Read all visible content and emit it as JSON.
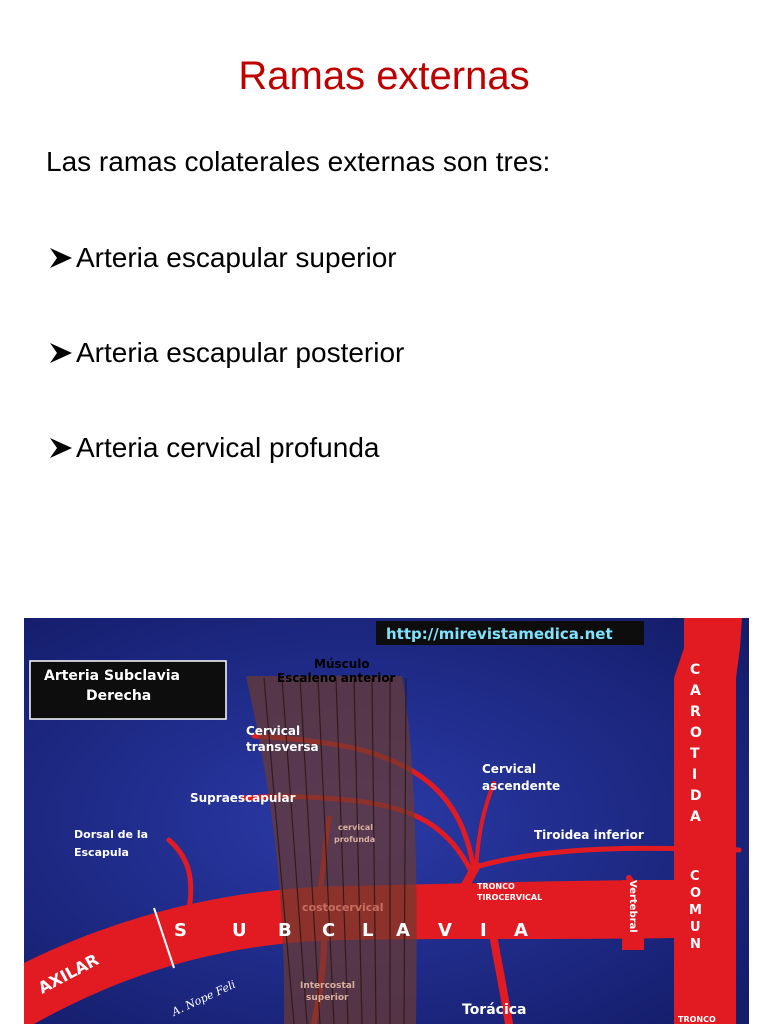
{
  "slide": {
    "title": "Ramas externas",
    "intro": "Las ramas colaterales externas son tres:",
    "bullets": [
      {
        "icon": "arrowhead-bullet-icon",
        "text": "Arteria escapular superior"
      },
      {
        "icon": "arrowhead-bullet-icon",
        "text": "Arteria escapular posterior"
      },
      {
        "icon": "arrowhead-bullet-icon",
        "text": "Arteria cervical profunda"
      }
    ]
  },
  "diagram": {
    "url": "http://mirevistamedica.net",
    "box_title_line1": "Arteria Subclavia",
    "box_title_line2": "Derecha",
    "muscle_line1": "Músculo",
    "muscle_line2": "Escaleno anterior",
    "cervical_transversa_1": "Cervical",
    "cervical_transversa_2": "transversa",
    "supraescapular": "Supraescapular",
    "cervical_ascendente_1": "Cervical",
    "cervical_ascendente_2": "ascendente",
    "dorsal_1": "Dorsal de la",
    "dorsal_2": "Escapula",
    "cervical_profunda_1": "cervical",
    "cervical_profunda_2": "profunda",
    "tiroidea": "Tiroidea inferior",
    "tronco_1": "TRONCO",
    "tronco_2": "TIROCERVICAL",
    "costocervical": "costocervical",
    "vertebral": "Vertebral",
    "subclavia_letters": [
      "S",
      "U",
      "B",
      "C",
      "L",
      "A",
      "V",
      "I",
      "A"
    ],
    "axilar": "AXILAR",
    "carotida_letters": [
      "C",
      "A",
      "R",
      "O",
      "T",
      "I",
      "D",
      "A"
    ],
    "comun_letters": [
      "C",
      "O",
      "M",
      "U",
      "N"
    ],
    "intercostal_1": "Intercostal",
    "intercostal_2": "superior",
    "toracica": "Torácica",
    "tronco_bottom": "TRONCO",
    "signature": "A. Nope Feli",
    "colors": {
      "background": "#1d2a8c",
      "artery": "#e21b23",
      "muscle": "#6b3a30",
      "title": "#c00000"
    }
  }
}
